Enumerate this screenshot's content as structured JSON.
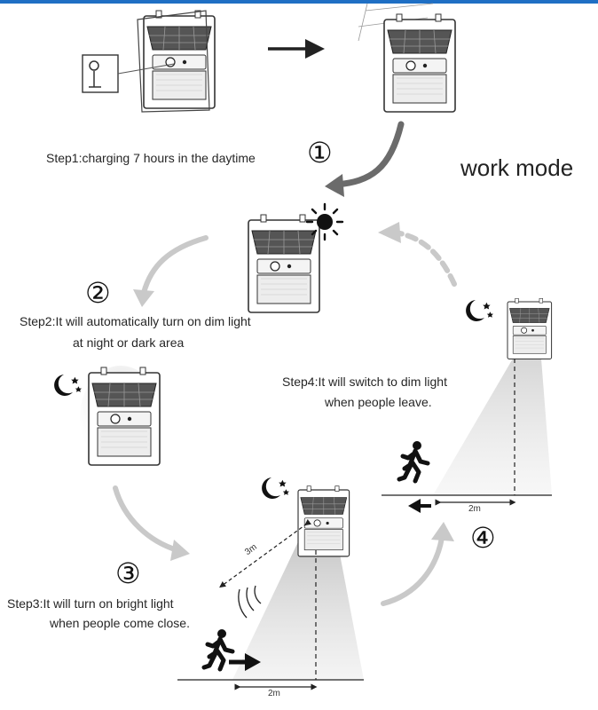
{
  "title": "work mode",
  "colors": {
    "top_bar": "#1f6fc4",
    "arrow_dark": "#6b6b6b",
    "arrow_light": "#c9c9c9",
    "ink": "#222222"
  },
  "steps": [
    {
      "number": "①",
      "lines": [
        "Step1:charging 7 hours in the daytime"
      ]
    },
    {
      "number": "②",
      "lines": [
        "Step2:It will automatically turn on dim light",
        "at night or dark area"
      ]
    },
    {
      "number": "③",
      "lines": [
        "Step3:It will turn on bright light",
        "when people come close."
      ]
    },
    {
      "number": "④",
      "lines": [
        "Step4:It will switch to dim light",
        "when people leave."
      ]
    }
  ],
  "distances": {
    "sensor_range": "3m",
    "floor_distance_step3": "2m",
    "floor_distance_step4": "2m"
  },
  "icons": [
    "solar-lamp-icon",
    "sun-icon",
    "moon-stars-icon",
    "running-person-icon",
    "motion-wave-icon",
    "arrow-icon"
  ]
}
